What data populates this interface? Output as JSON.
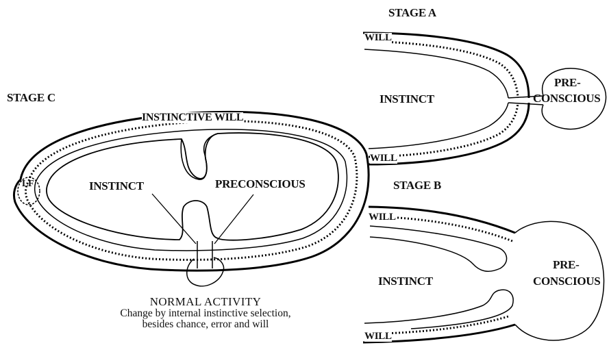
{
  "stage_c": {
    "title": "STAGE C",
    "instinctive_will": "INSTINCTIVE WILL",
    "instinct": "INSTINCT",
    "preconscious": "PRECONSCIOUS",
    "lf": "LF"
  },
  "stage_a": {
    "title": "STAGE A",
    "will_top": "WILL",
    "will_bottom": "WILL",
    "instinct": "INSTINCT",
    "pre_line1": "PRE-",
    "pre_line2": "CONSCIOUS"
  },
  "stage_b": {
    "title": "STAGE B",
    "will_top": "WILL",
    "will_bottom": "WILL",
    "instinct": "INSTINCT",
    "pre_line1": "PRE-",
    "pre_line2": "CONSCIOUS"
  },
  "caption": {
    "line1": "NORMAL ACTIVITY",
    "line2": "Change by internal instinctive selection,",
    "line3": "besides chance, error and will"
  }
}
